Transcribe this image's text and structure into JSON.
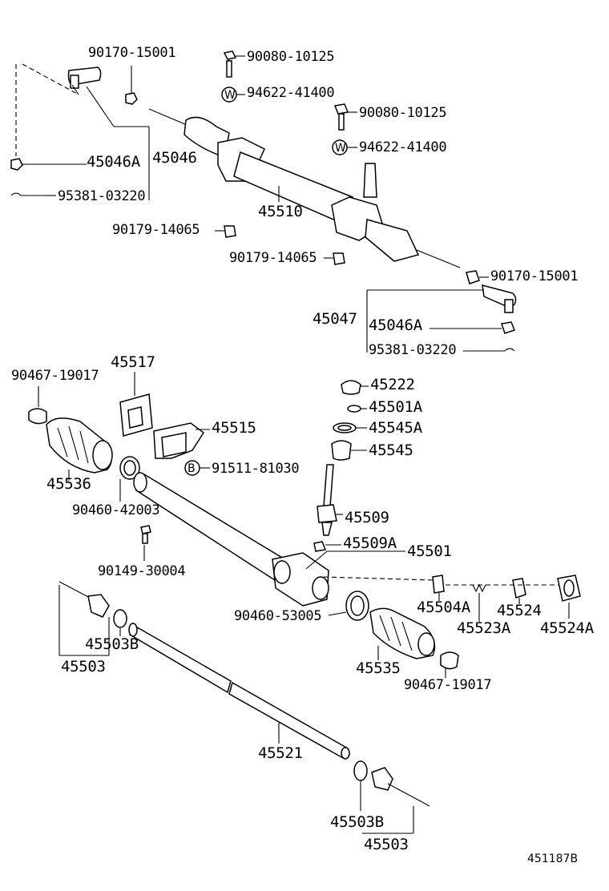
{
  "drawing_id": "451187B",
  "upper_assembly": {
    "tie_rod_end_left_nut": "90170-15001",
    "bolt_1": "90080-10125",
    "washer_1": "94622-41400",
    "bolt_2": "90080-10125",
    "washer_2": "94622-41400",
    "tie_rod_end_sub": "45046A",
    "tie_rod_end": "45046",
    "cotter_pin_left": "95381-03220",
    "steering_gear": "45510",
    "nut_left": "90179-14065",
    "nut_center": "90179-14065",
    "tie_rod_end_right_nut": "90170-15001",
    "tie_rod_end_right": "45047",
    "tie_rod_end_sub_right": "45046A",
    "cotter_pin_right": "95381-03220",
    "washer_symbol": "W"
  },
  "lower_assembly": {
    "clip_left": "90467-19017",
    "bracket": "45517",
    "bracket_no2": "45515",
    "bolt_b": "91511-81030",
    "bolt_symbol": "B",
    "boot_left": "45536",
    "clamp_left": "90460-42003",
    "bolt_small": "90149-30004",
    "cap": "45222",
    "spring_seat": "45501A",
    "seal": "45545A",
    "oil_seal": "45545",
    "pinion": "45509",
    "bearing": "45509A",
    "housing": "45501",
    "clamp_right": "90460-53005",
    "rack_guide": "45504A",
    "spring": "45523A",
    "spring_cap": "45524",
    "lock_nut": "45524A",
    "boot_right": "45535",
    "clip_right": "90467-19017",
    "tie_rod_left_washer": "45503B",
    "tie_rod_left": "45503",
    "rack": "45521",
    "tie_rod_right_washer": "45503B",
    "tie_rod_right": "45503"
  }
}
